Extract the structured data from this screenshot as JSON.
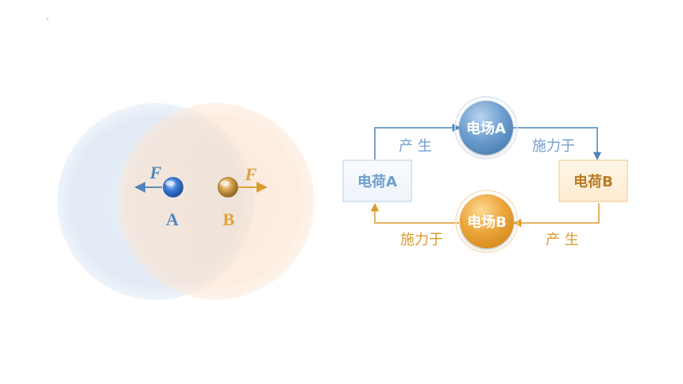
{
  "left_diagram": {
    "force_label_a": "F",
    "force_label_b": "F",
    "charge_a_label": "A",
    "charge_b_label": "B"
  },
  "cycle": {
    "charge_a_box": "电荷A",
    "charge_b_box": "电荷B",
    "field_a_circle": "电场A",
    "field_b_circle": "电场B",
    "top_left_label": "产 生",
    "top_right_label": "施力于",
    "bottom_left_label": "施力于",
    "bottom_right_label": "产 生"
  },
  "colors": {
    "blue": "#5b8fbf",
    "orange": "#e2a23a",
    "blue_field": "#dde8f4",
    "orange_field": "#fbe3cd"
  }
}
